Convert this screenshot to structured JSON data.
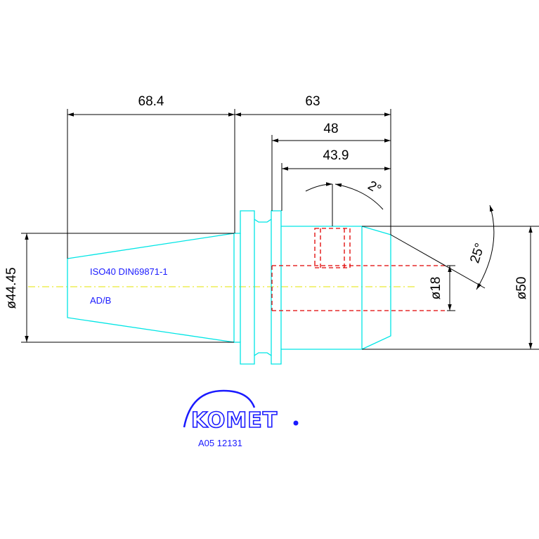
{
  "dimensions": {
    "len_taper": "68.4",
    "len_total": "63",
    "len_48": "48",
    "len_43_9": "43.9",
    "angle_2": "2°",
    "angle_25": "25°",
    "dia_44_45": "ø44.45",
    "dia_18": "ø18",
    "dia_50": "ø50"
  },
  "labels": {
    "standard": "ISO40 DIN69871-1",
    "variant": "AD/B"
  },
  "logo": {
    "brand": "KOMET",
    "part_number": "A05 12131"
  },
  "colors": {
    "outline": "#00e5e5",
    "dimension": "#000000",
    "hidden": "#e00000",
    "centerline": "#e6e600",
    "brand": "#1a1aff"
  }
}
